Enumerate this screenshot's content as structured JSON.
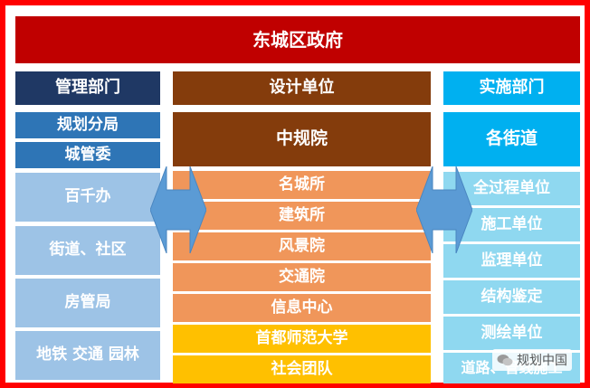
{
  "banner": "东城区政府",
  "columns": {
    "left": {
      "header": "管理部门",
      "items": [
        "规划分局",
        "城管委",
        "百千办",
        "街道、社区",
        "房管局",
        "地铁 交通 园林"
      ]
    },
    "middle": {
      "header": "设计单位",
      "main": "中规院",
      "items": [
        "名城所",
        "建筑所",
        "风景院",
        "交通院",
        "信息中心",
        "首都师范大学",
        "社会团队"
      ]
    },
    "right": {
      "header": "实施部门",
      "main": "各街道",
      "items": [
        "全过程单位",
        "施工单位",
        "监理单位",
        "结构鉴定",
        "测绘单位",
        "道路、管线施工"
      ]
    }
  },
  "watermark": "规划中国",
  "colors": {
    "frame": "#ff0000",
    "banner": "#c00000",
    "left_header": "#1f3864",
    "left_dark": "#2e75b6",
    "left_light": "#9dc3e6",
    "middle_dark": "#843c0c",
    "middle_orange": "#f0965a",
    "middle_gold": "#ffc000",
    "right_header": "#00b0f0",
    "right_light": "#8fd8f0",
    "arrow": "#5b9bd5"
  }
}
